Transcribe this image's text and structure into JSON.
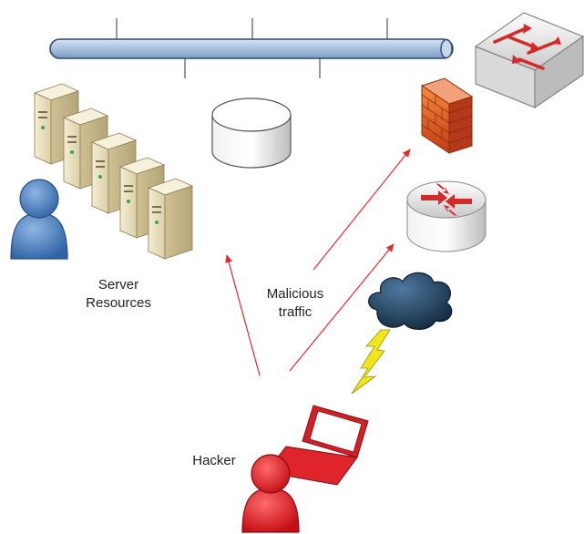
{
  "labels": {
    "server_resources_line1": "Server",
    "server_resources_line2": "Resources",
    "malicious_traffic_line1": "Malicious",
    "malicious_traffic_line2": "traffic",
    "hacker": "Hacker"
  },
  "colors": {
    "bus": "#a8c0de",
    "bus_outline": "#2e4a73",
    "attack_arrow": "#e8282a",
    "user": "#4a7fc0",
    "hacker": "#e4181f",
    "firewall": "#e0581f",
    "router_arrows": "#d42a2a",
    "server_case": "#e9e0c3",
    "cloud": "#1f3a57",
    "lightning": "#f1e61a"
  },
  "icons": [
    "network-bus",
    "switch-icon",
    "firewall-icon",
    "router-icon",
    "database-icon",
    "server-rack-icon",
    "user-icon",
    "hacker-icon",
    "laptop-icon",
    "cloud-icon",
    "lightning-icon"
  ]
}
